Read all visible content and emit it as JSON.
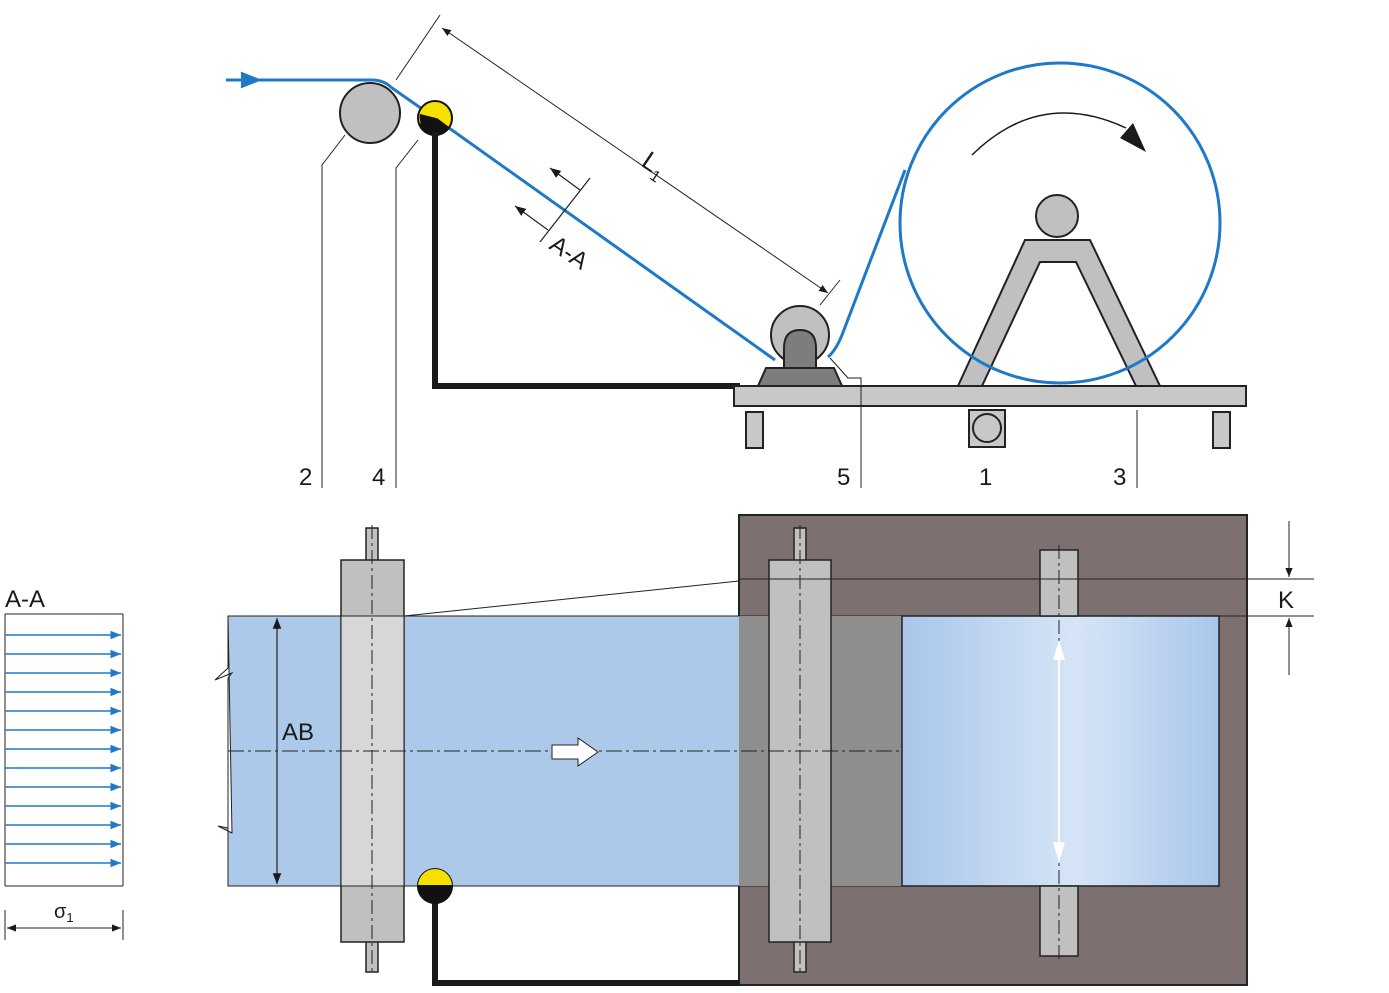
{
  "labels": {
    "L1": "L",
    "L1_sub": "1",
    "section_cut": "A-A",
    "part_2": "2",
    "part_4": "4",
    "part_5": "5",
    "part_1": "1",
    "part_3": "3",
    "width": "AB",
    "offset": "K",
    "profile_title": "A-A",
    "stress": "σ",
    "stress_sub": "1"
  },
  "colors": {
    "web": "#1f78c8",
    "web_fill": "#adc9e9",
    "steel": "#c0c0c0",
    "frame": "#7d7070",
    "sensor": "#f5e000",
    "cable": "#1a1a1a"
  },
  "icons": [
    "tension-sensor-icon",
    "flow-direction-arrow-icon",
    "rotation-arrow-icon"
  ]
}
